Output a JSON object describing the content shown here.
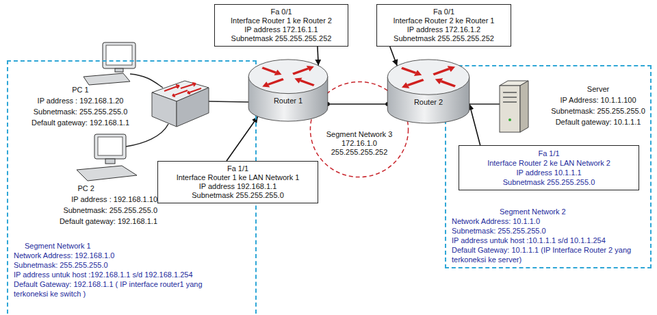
{
  "diagram": {
    "nodes": [
      {
        "text": [
          "Fa 0/1",
          "Interface Router 1 ke Router 2",
          "IP address 172.16.1.1",
          "Subnetmask 255.255.255.252"
        ]
      },
      {
        "text": [
          "Fa 0/1",
          "Interface Router 2 ke Router 1",
          "IP address 172.16.1.2",
          "Subnetmask 255.255.255.252"
        ]
      },
      {
        "text": [
          "Segment Network 1",
          "Network Address: 192.168.1.0",
          "Subnetmask: 255.255.255.0",
          "IP address untuk host :192.168.1.1 s/d 192.168.1.254",
          "Default Gateway: 192.168.1.1 ( IP interface router1 yang terkoneksi ke switch )"
        ]
      },
      {
        "text": [
          "Router 1"
        ]
      },
      {
        "text": [
          "Router 2"
        ]
      },
      {
        "text": [
          "Segment Network 2",
          "Network Address: 10.1.1.0",
          "Subnetmask: 255.255.255.0",
          "IP address untuk host :10.1.1.1 s/d 10.1.1.254",
          "Default Gateway: 10.1.1.1 (IP Interface Router 2 yang terkoneksi ke server)"
        ]
      },
      {
        "text": [
          "Fa 1/1",
          "Interface Router 2 ke LAN Network 2",
          "IP address 10.1.1.1",
          "Subnetmask 255.255.255.0"
        ],
        "in": 5
      },
      {
        "text": [
          "Fa 1/1",
          "Interface Router 1 ke LAN Network 1",
          "IP address 192.168.1.1",
          "Subnetmask 255.255.255.0"
        ]
      },
      {
        "text": [
          "Segment Network 3",
          "172.16.1.0",
          "255.255.255.252"
        ]
      }
    ],
    "edges": [
      {
        "from": 0,
        "to": 3,
        "arrow": "to"
      },
      {
        "from": 1,
        "to": 4,
        "arrow": "to"
      },
      {
        "from": 3,
        "to": 4,
        "arrow": "none"
      },
      {
        "from": 7,
        "to": 3,
        "arrow": "to"
      },
      {
        "from": 6,
        "to": 4,
        "arrow": "to"
      }
    ],
    "labels": [
      "PC 1",
      "IP address : 192.168.1.20",
      "Subnetmask: 255.255.255.0",
      "Default gateway: 192.168.1.1",
      "PC 2",
      "IP address : 192.168.1.10",
      "Subnetmask: 255.255.255.0",
      "Default gateway: 192.168.1.1",
      "Server",
      "IP Address: 10.1.1.100",
      "Subnetmask: 255.255.255.0",
      "Default gateway: 10.1.1.1"
    ]
  }
}
